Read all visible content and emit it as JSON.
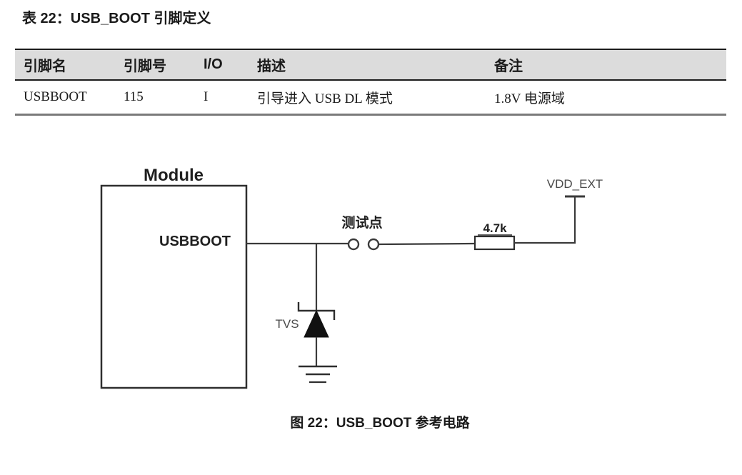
{
  "title": "表 22：USB_BOOT 引脚定义",
  "table": {
    "headers": [
      "引脚名",
      "引脚号",
      "I/O",
      "描述",
      "备注"
    ],
    "row": {
      "pin_name": "USBBOOT",
      "pin_number": "115",
      "io": "I",
      "description": "引导进入 USB DL 模式",
      "remark": "1.8V 电源域"
    }
  },
  "figure": {
    "caption": "图 22：USB_BOOT 参考电路",
    "labels": {
      "module": "Module",
      "pin": "USBBOOT",
      "test_point": "测试点",
      "resistor_value": "4.7k",
      "power_rail": "VDD_EXT",
      "tvs": "TVS"
    }
  },
  "colors": {
    "table_header_bg": "#dcdcdc",
    "table_border_top": "#1c1c1c",
    "table_border_bottom": "#7a7a7a",
    "diagram_line": "#3a3a3a",
    "diagram_text": "#1f1f1f",
    "diagram_text_light": "#4a4a4a"
  }
}
